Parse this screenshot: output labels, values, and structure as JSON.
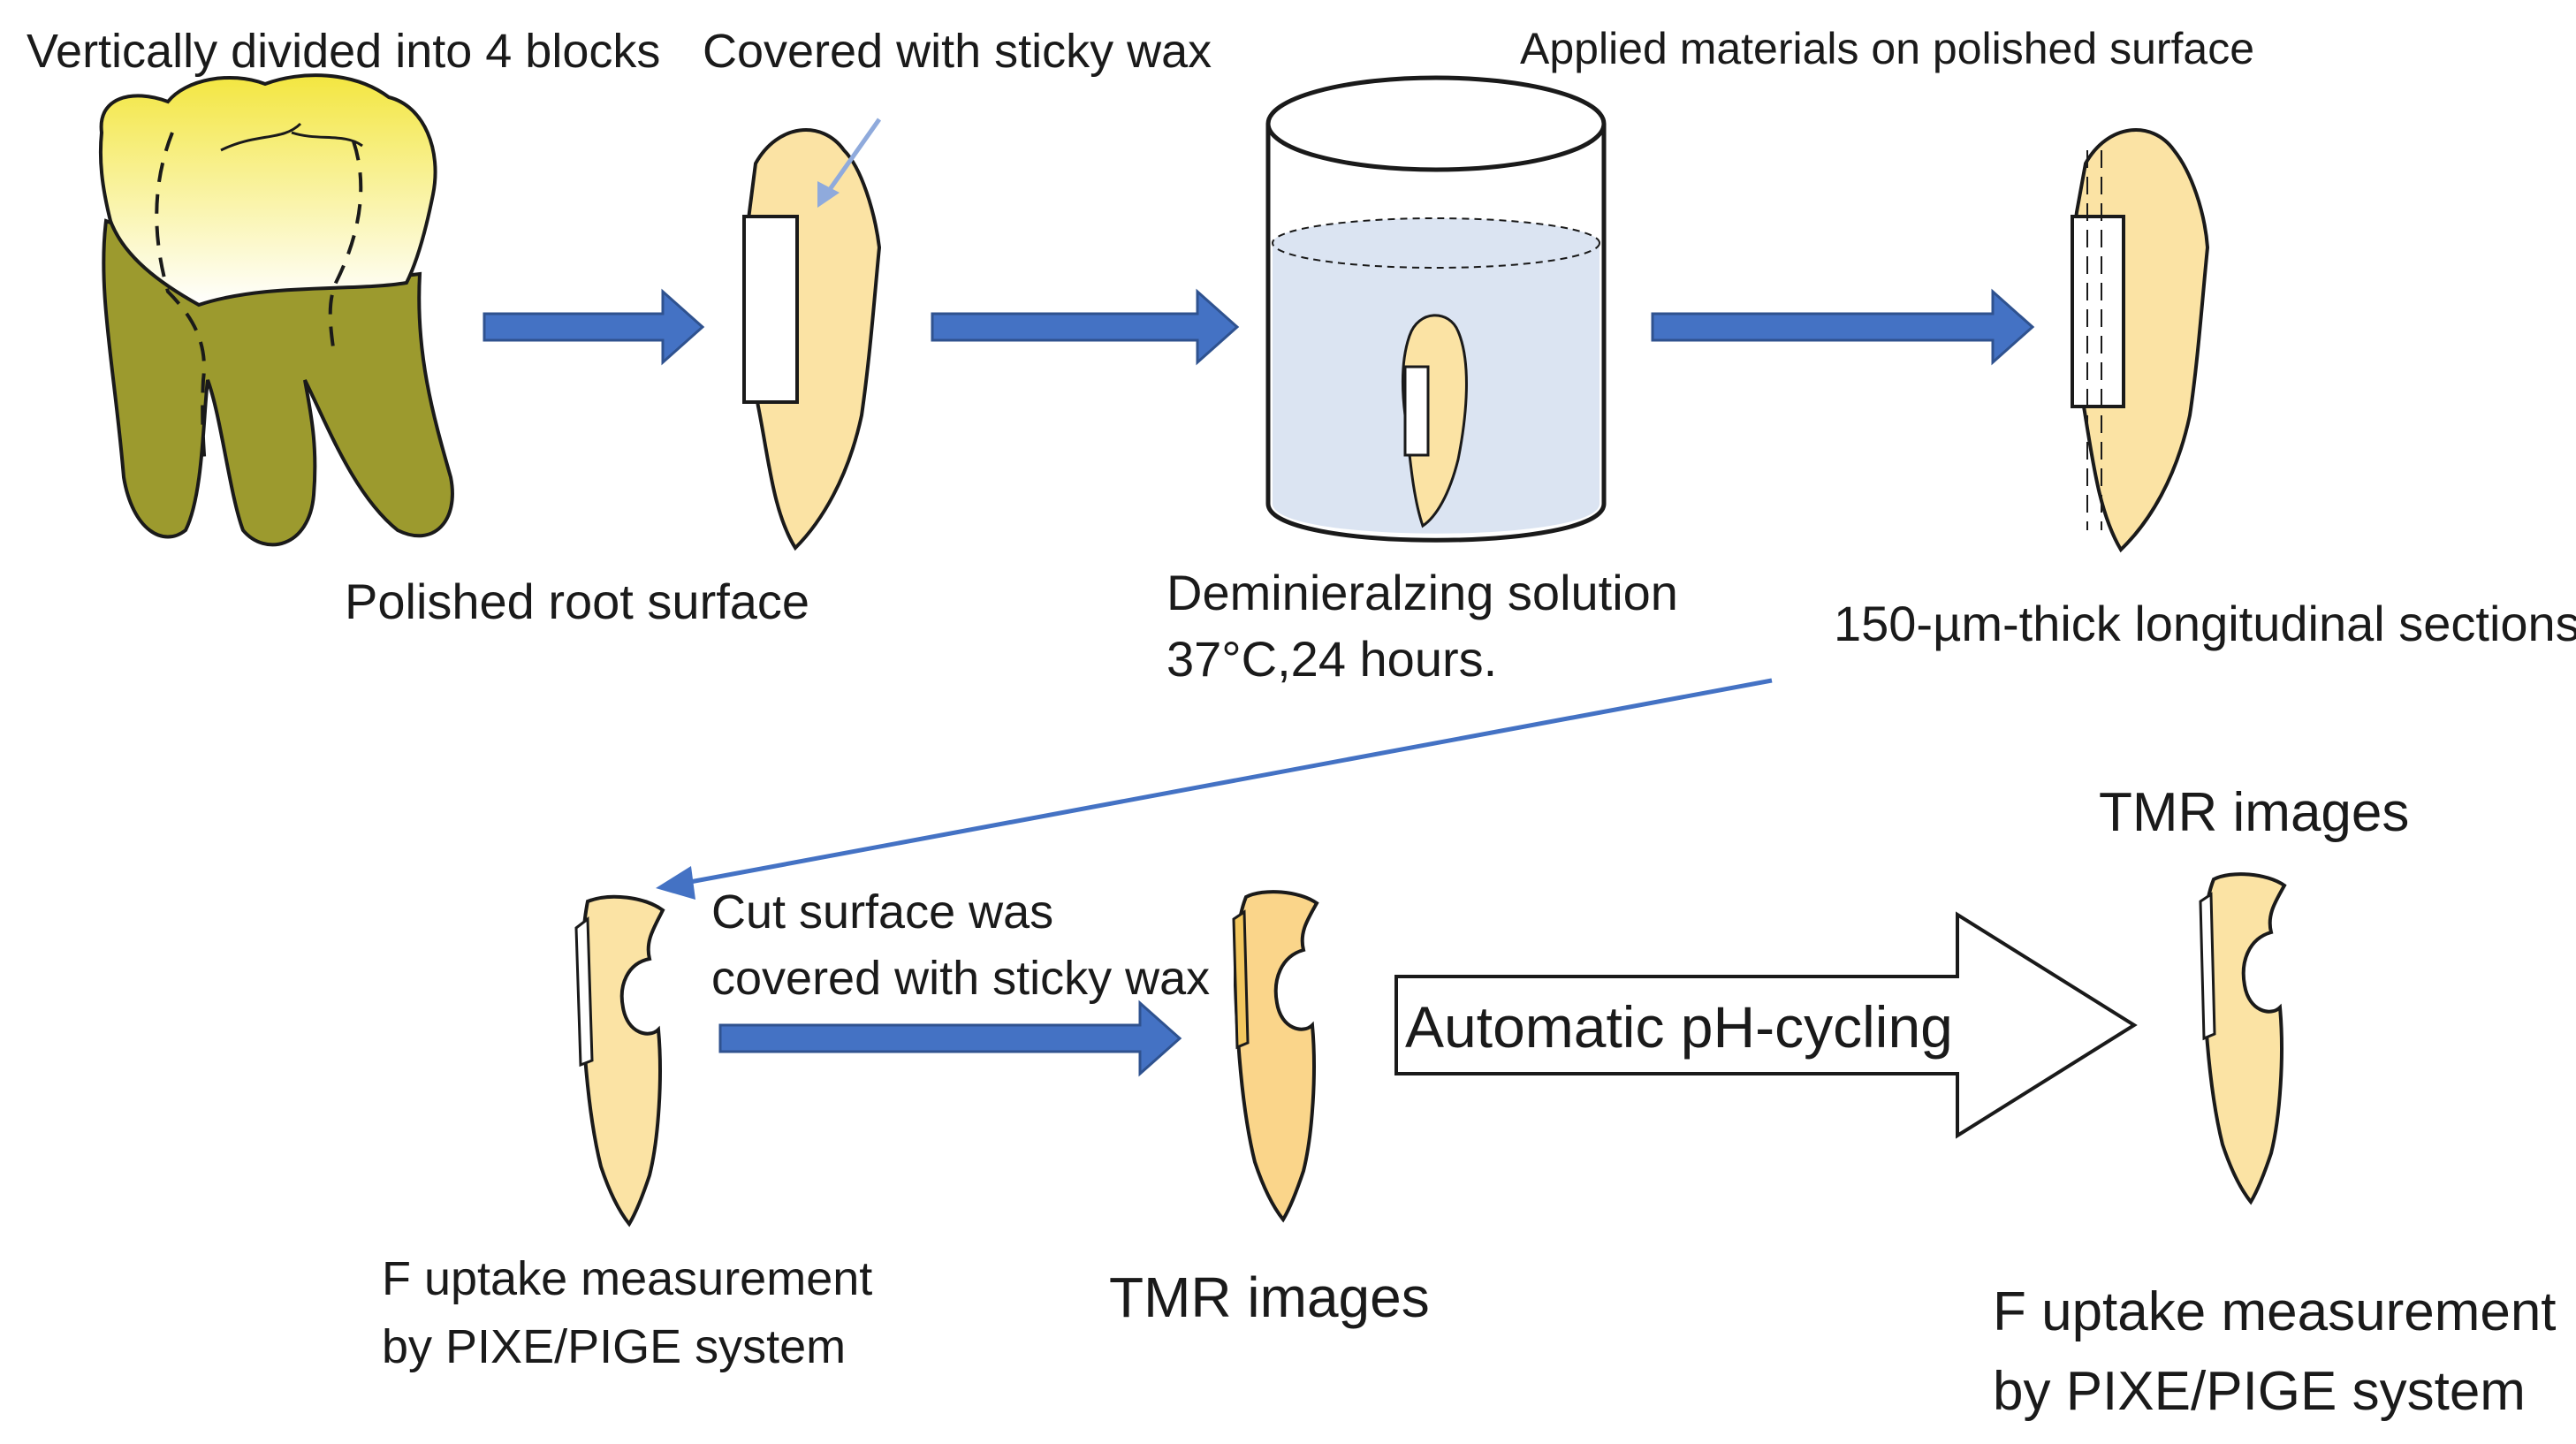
{
  "labels": {
    "vertically_divided": "Vertically divided into 4 blocks",
    "covered_wax": "Covered with sticky wax",
    "applied_materials": "Applied materials on polished surface",
    "polished_root": "Polished root surface",
    "demin_line1": "Deminіeralzing solution",
    "demin_line2": "37°C,24 hours.",
    "sections": "150-µm-thick longitudinal sections",
    "tmr_top_right": "TMR images",
    "cut_surface_line1": "Cut surface was",
    "cut_surface_line2": "covered with sticky wax",
    "ph_cycling": "Automatic pH-cycling",
    "f_uptake_left_line1": "F uptake measurement",
    "f_uptake_left_line2": "by PIXE/PIGE system",
    "tmr_middle": "TMR images",
    "f_uptake_right_line1": "F uptake measurement",
    "f_uptake_right_line2": "by PIXE/PIGE system"
  },
  "colors": {
    "arrow_blue": "#4472c4",
    "arrow_outline": "#2f528f",
    "crown_yellow": "#f7ec7a",
    "root_olive": "#9c9a2e",
    "root_light": "#fbe3a4",
    "root_section": "#fad58a",
    "solution_blue": "#dbe4f2",
    "outline": "#1a1a1a"
  }
}
